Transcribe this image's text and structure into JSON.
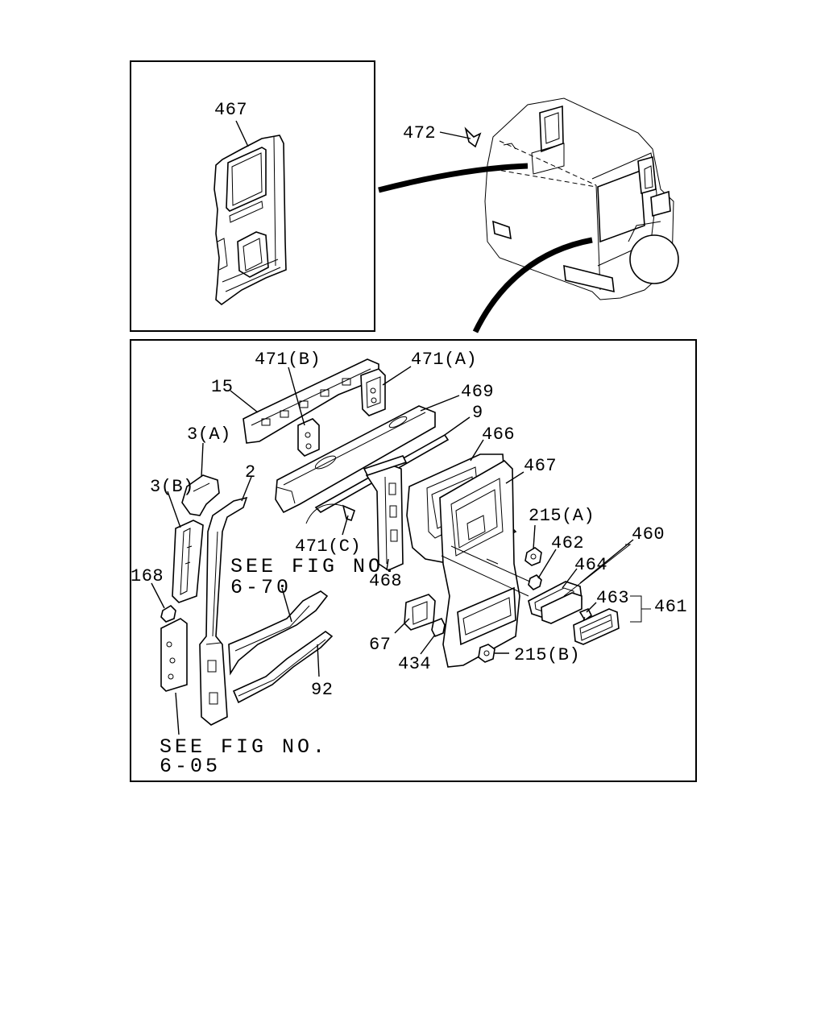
{
  "inset": {
    "label_467": "467",
    "label_472": "472"
  },
  "main": {
    "labels": {
      "l15": "15",
      "l471b": "471(B)",
      "l471a": "471(A)",
      "l469": "469",
      "l9": "9",
      "l466": "466",
      "l467": "467",
      "l3a": "3(A)",
      "l3b": "3(B)",
      "l2": "2",
      "l215a": "215(A)",
      "l460": "460",
      "l462": "462",
      "l464": "464",
      "l463": "463",
      "l461": "461",
      "l168": "168",
      "l471c": "471(C)",
      "l468": "468",
      "l67": "67",
      "l434": "434",
      "l215b": "215(B)",
      "l92": "92"
    },
    "ref_670_line1": "SEE FIG NO.",
    "ref_670_line2": "6-70",
    "ref_605_line1": "SEE FIG NO.",
    "ref_605_line2": "6-05"
  }
}
